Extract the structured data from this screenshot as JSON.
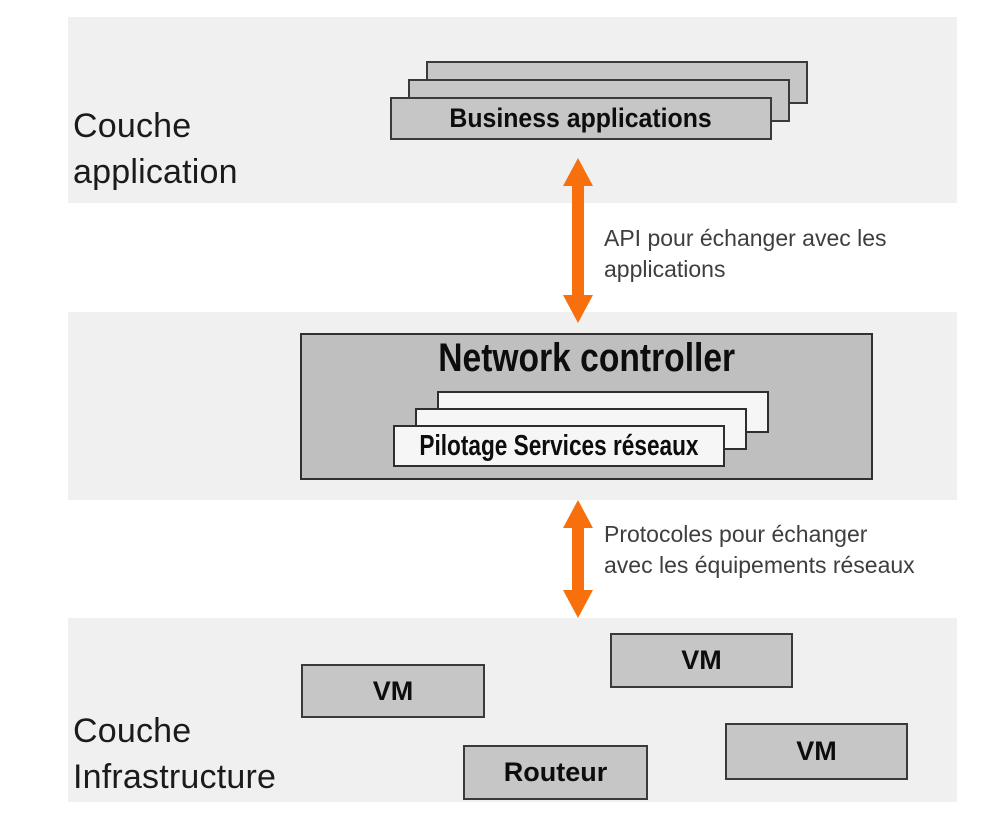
{
  "diagram": {
    "layers": {
      "application": {
        "label": "Couche\napplication",
        "stack": {
          "front_label": "Business applications",
          "stacked_boxes_visible": 3
        }
      },
      "controller": {
        "title": "Network controller",
        "stack": {
          "front_label": "Pilotage Services réseaux",
          "stacked_boxes_visible": 3
        }
      },
      "infrastructure": {
        "label": "Couche\nInfrastructure",
        "nodes": [
          {
            "id": "vm-top",
            "label": "VM"
          },
          {
            "id": "vm-left",
            "label": "VM"
          },
          {
            "id": "routeur",
            "label": "Routeur"
          },
          {
            "id": "vm-right",
            "label": "VM"
          }
        ]
      }
    },
    "connectors": [
      {
        "id": "api",
        "direction": "bidirectional",
        "label": "API pour échanger avec les\napplications"
      },
      {
        "id": "protocols",
        "direction": "bidirectional",
        "label": "Protocoles pour échanger\navec les équipements réseaux"
      }
    ],
    "colors": {
      "band_background": "#F0F0F0",
      "node_fill": "#C6C6C6",
      "controller_fill": "#BFBFBF",
      "service_fill": "#F6F6F6",
      "border": "#3A3A3A",
      "arrow": "#F8700E",
      "heading_text": "#1B1B1B",
      "annotation_text": "#3E3E3E"
    }
  }
}
